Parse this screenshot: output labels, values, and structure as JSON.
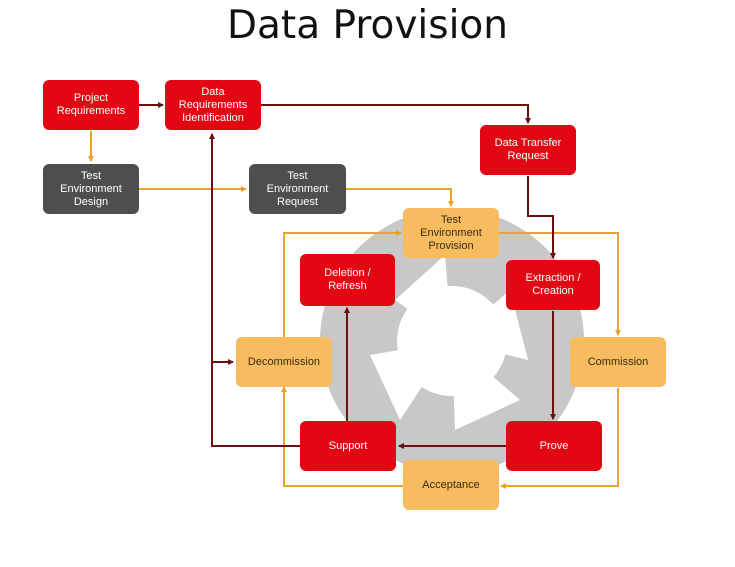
{
  "title": "Data Provision",
  "colors": {
    "red": "#e30613",
    "grey": "#4f4e4e",
    "amber": "#f6bc5f",
    "dark_arrow": "#6b1010",
    "amber_arrow": "#e8a427",
    "cycle_disc": "#c8c8c8"
  },
  "nodes": {
    "project_requirements": "Project\nRequirements",
    "data_requirements_identification": "Data\nRequirements\nIdentification",
    "data_transfer_request": "Data Transfer\nRequest",
    "test_environment_design": "Test\nEnvironment\nDesign",
    "test_environment_request": "Test\nEnvironment\nRequest",
    "test_environment_provision": "Test\nEnvironment\nProvision",
    "deletion_refresh": "Deletion /\nRefresh",
    "extraction_creation": "Extraction /\nCreation",
    "decommission": "Decommission",
    "commission": "Commission",
    "support": "Support",
    "prove": "Prove",
    "acceptance": "Acceptance"
  },
  "edges": [
    {
      "from": "project_requirements",
      "to": "data_requirements_identification",
      "style": "dark"
    },
    {
      "from": "data_requirements_identification",
      "to": "data_transfer_request",
      "style": "dark"
    },
    {
      "from": "data_transfer_request",
      "to": "extraction_creation",
      "style": "dark"
    },
    {
      "from": "extraction_creation",
      "to": "prove",
      "style": "dark"
    },
    {
      "from": "prove",
      "to": "support",
      "style": "dark"
    },
    {
      "from": "support",
      "to": "deletion_refresh",
      "style": "dark"
    },
    {
      "from": "support",
      "to": "data_requirements_identification",
      "style": "dark"
    },
    {
      "from": "support",
      "to": "decommission",
      "style": "dark"
    },
    {
      "from": "project_requirements",
      "to": "test_environment_design",
      "style": "amber"
    },
    {
      "from": "test_environment_design",
      "to": "test_environment_request",
      "style": "amber"
    },
    {
      "from": "test_environment_request",
      "to": "test_environment_provision",
      "style": "amber"
    },
    {
      "from": "test_environment_provision",
      "to": "commission",
      "style": "amber"
    },
    {
      "from": "commission",
      "to": "acceptance",
      "style": "amber"
    },
    {
      "from": "acceptance",
      "to": "decommission",
      "style": "amber"
    },
    {
      "from": "decommission",
      "to": "test_environment_provision",
      "style": "amber"
    }
  ]
}
